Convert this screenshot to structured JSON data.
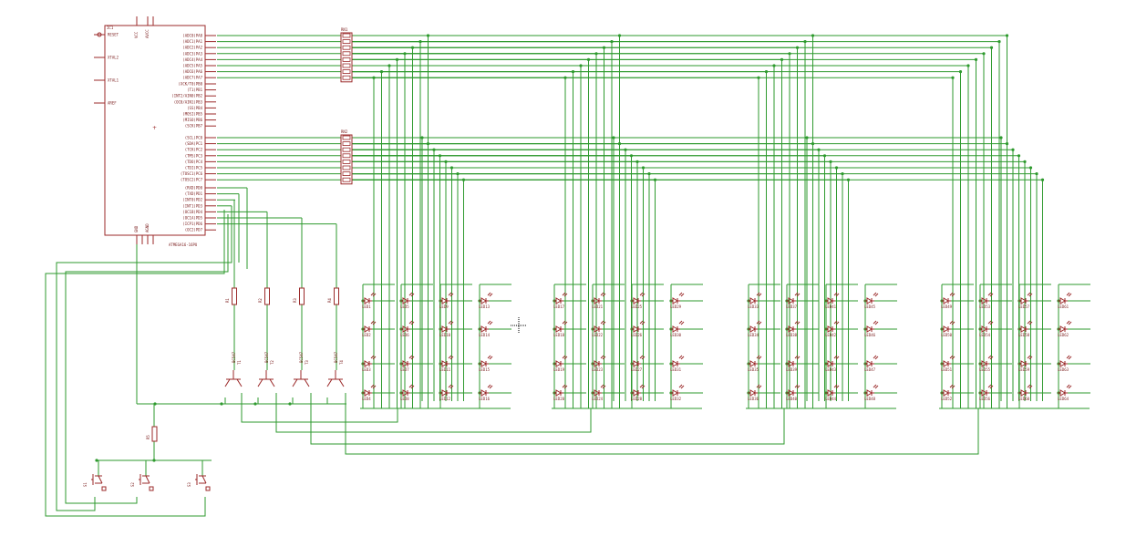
{
  "schematic": {
    "microcontroller": {
      "ref": "IC1",
      "part": "ATMEGA16-16PU",
      "left_pins": [
        "RESET",
        "XTAL2",
        "XTAL1",
        "AREF"
      ],
      "right_pins_a": [
        "(ADC0)PA0",
        "(ADC1)PA1",
        "(ADC2)PA2",
        "(ADC3)PA3",
        "(ADC4)PA4",
        "(ADC5)PA5",
        "(ADC6)PA6",
        "(ADC7)PA7"
      ],
      "right_pins_b": [
        "(XCK/T0)PB0",
        "(T1)PB1",
        "(INT2/AIN0)PB2",
        "(OC0/AIN1)PB3",
        "(SS)PB4",
        "(MOSI)PB5",
        "(MISO)PB6",
        "(SCK)PB7"
      ],
      "right_pins_c": [
        "(SCL)PC0",
        "(SDA)PC1",
        "(TCK)PC2",
        "(TMS)PC3",
        "(TDO)PC4",
        "(TDI)PC5",
        "(TOSC1)PC6",
        "(TOSC2)PC7"
      ],
      "right_pins_d": [
        "(RXD)PD0",
        "(TXD)PD1",
        "(INT0)PD2",
        "(INT1)PD3",
        "(OC1B)PD4",
        "(OC1A)PD5",
        "(ICP1)PD6",
        "(OC2)PD7"
      ],
      "top_pins": [
        "VCC",
        "AVCC"
      ],
      "bottom_pins": [
        "GND",
        "AGND"
      ]
    },
    "resistor_arrays": [
      "RN1",
      "RN2"
    ],
    "base_resistors": [
      "R1",
      "R2",
      "R3",
      "R4"
    ],
    "pullup_resistor": "R5",
    "transistors": [
      {
        "ref": "T1",
        "part": "BC547"
      },
      {
        "ref": "T2",
        "part": "BC547"
      },
      {
        "ref": "T3",
        "part": "BC547"
      },
      {
        "ref": "T4",
        "part": "BC547"
      }
    ],
    "buttons": [
      "S1",
      "S2",
      "S3"
    ],
    "led_prefix": "LED",
    "colors": {
      "wire": "#2e9a2e",
      "part": "#9b2a2a",
      "label": "#7a1c1c",
      "background": "#ffffff"
    }
  }
}
